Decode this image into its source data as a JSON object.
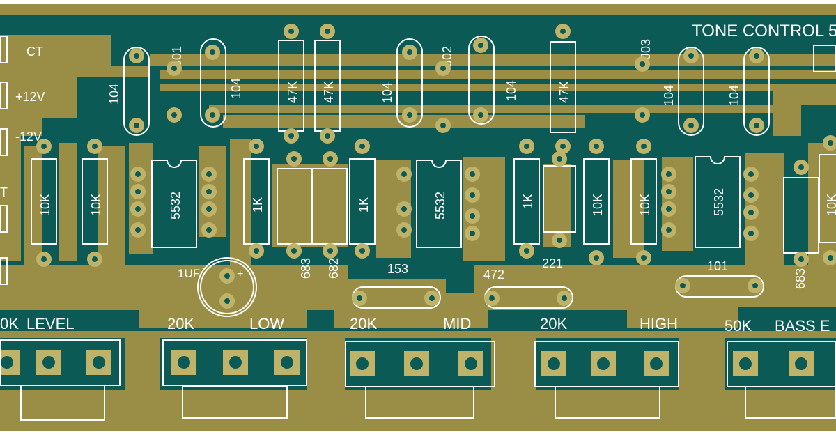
{
  "board": {
    "title": "TONE CONTROL 5",
    "colors": {
      "copper": "#9a8e46",
      "substrate": "#0c5a55",
      "silk": "#ffffff",
      "drill": "#0c5a55"
    }
  },
  "connector_labels": [
    "CT",
    "+12V",
    "-12V",
    "T"
  ],
  "jumpers": [
    "J01",
    "J02",
    "J03"
  ],
  "capacitors_104": [
    "104",
    "104",
    "104",
    "104",
    "104",
    "104"
  ],
  "resistors_top": [
    "47K",
    "47K",
    "47K"
  ],
  "resistors_mid": [
    "10K",
    "10K",
    "1K",
    "1K",
    "1K",
    "10K",
    "10K",
    "10K"
  ],
  "ics": [
    "5532",
    "5532",
    "5532"
  ],
  "small_caps": [
    "683",
    "682",
    "221",
    "683"
  ],
  "caps_low": [
    "153",
    "472",
    "101"
  ],
  "electrolytic": "1UF",
  "electrolytic_polarity": "+",
  "pots": [
    {
      "value": "0K",
      "name": "LEVEL"
    },
    {
      "value": "20K",
      "name": "LOW"
    },
    {
      "value": "20K",
      "name": "MID"
    },
    {
      "value": "20K",
      "name": "HIGH"
    },
    {
      "value": "50K",
      "name": "BASS E"
    }
  ]
}
